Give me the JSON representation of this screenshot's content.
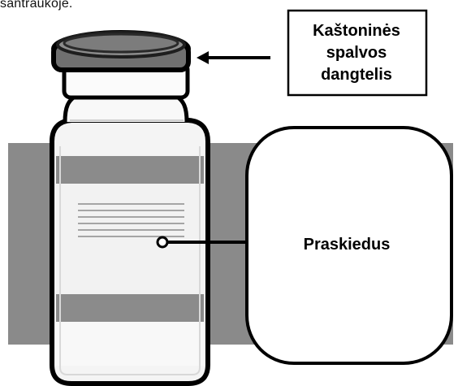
{
  "page": {
    "top_text_fragment": "santraukoje."
  },
  "labels": {
    "cap_label": "Kaštoninės\nspalvos\ndangtelis",
    "callout_label": "Praskiedus"
  },
  "colors": {
    "background": "#ffffff",
    "band_gray": "#8a8a8a",
    "cap_gray": "#707070",
    "outline": "#000000",
    "label_lines": "#9a9a9a",
    "vial_glass": "#f5f5f5",
    "vial_fill": "#ececec"
  },
  "icons": {
    "pointer_arrow": "arrow-left-icon",
    "vial": "vial-icon",
    "callout_connector": "callout-connector-icon"
  }
}
